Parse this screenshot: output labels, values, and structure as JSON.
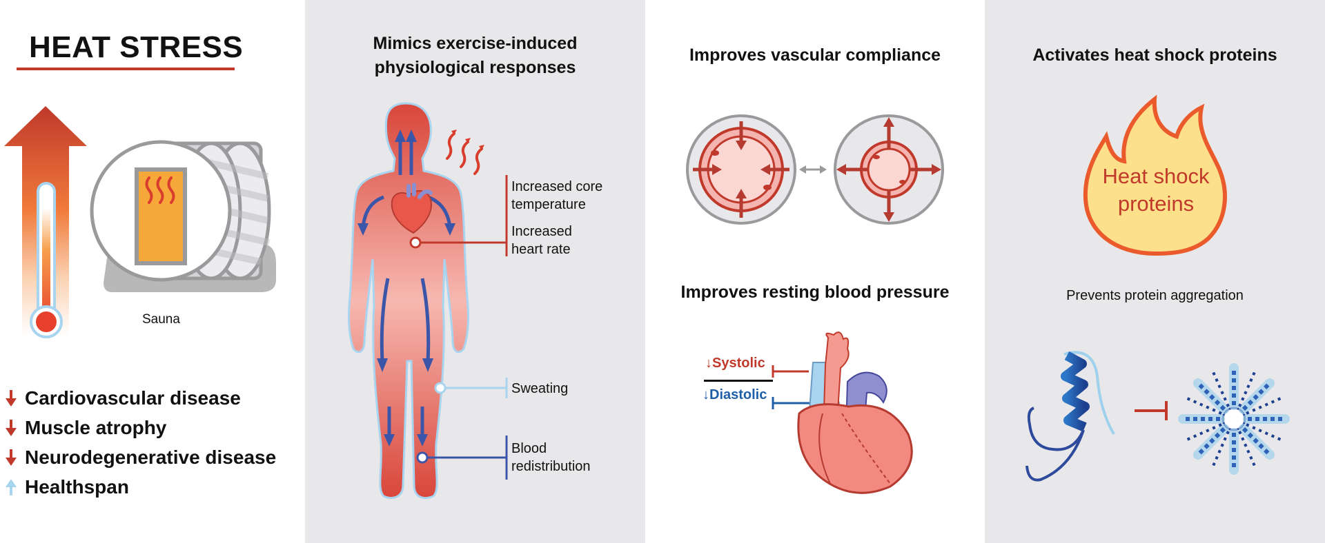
{
  "main_title": "HEAT STRESS",
  "sauna_label": "Sauna",
  "benefits": [
    {
      "label": "Cardiovascular disease",
      "direction": "down"
    },
    {
      "label": "Muscle atrophy",
      "direction": "down"
    },
    {
      "label": "Neurodegenerative disease",
      "direction": "down"
    },
    {
      "label": "Healthspan",
      "direction": "up"
    }
  ],
  "exercise": {
    "title_line1": "Mimics exercise-induced",
    "title_line2": "physiological responses",
    "labels": {
      "core_temp_line1": "Increased core",
      "core_temp_line2": "temperature",
      "heart_rate_line1": "Increased",
      "heart_rate_line2": "heart rate",
      "sweating": "Sweating",
      "blood_line1": "Blood",
      "blood_line2": "redistribution"
    }
  },
  "vascular": {
    "title": "Improves vascular compliance"
  },
  "blood_pressure": {
    "title": "Improves resting blood pressure",
    "systolic": "Systolic",
    "diastolic": "Diastolic"
  },
  "hsp": {
    "title": "Activates heat shock proteins",
    "flame_line1": "Heat shock",
    "flame_line2": "proteins",
    "subtitle": "Prevents protein aggregation"
  },
  "colors": {
    "accent_red": "#c0392b",
    "accent_blue": "#1f5fa8",
    "light_blue": "#9fd0ec",
    "panel_gray": "#e8e8ea",
    "flame_fill": "#fde08a"
  },
  "icons": [
    "thermometer-icon",
    "up-arrow-icon",
    "sauna-icon",
    "human-body-icon",
    "heart-icon",
    "artery-icon",
    "flame-icon",
    "protein-helix-icon",
    "protein-aggregate-icon"
  ]
}
